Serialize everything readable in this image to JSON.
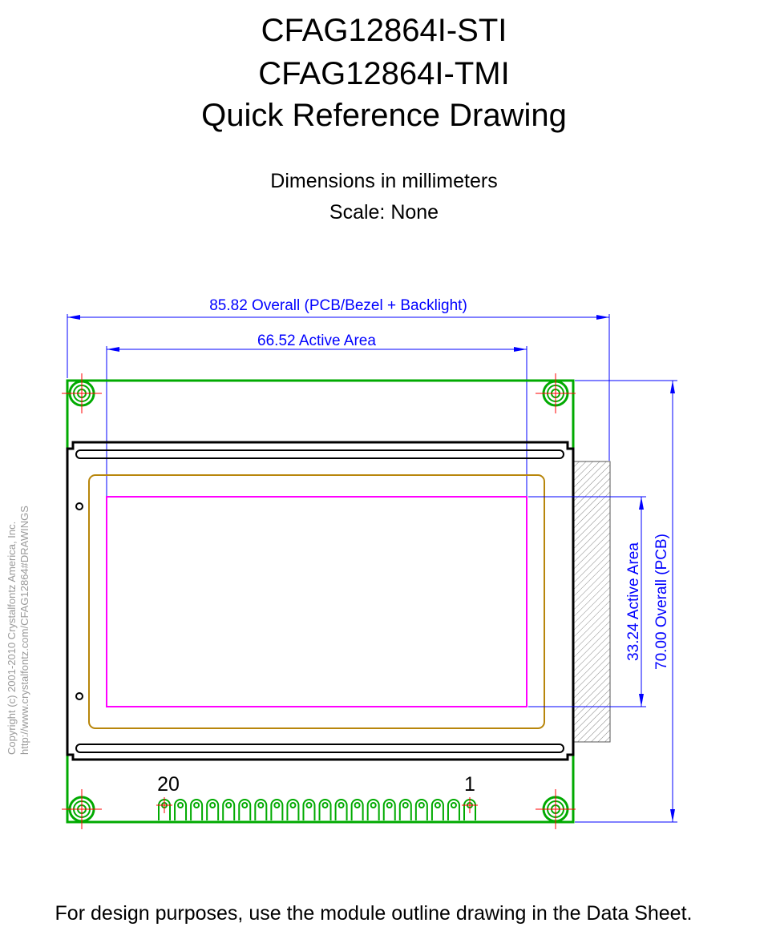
{
  "title": {
    "line1": "CFAG12864I-STI",
    "line2": "CFAG12864I-TMI",
    "line3": "Quick Reference Drawing"
  },
  "subtitle": {
    "units": "Dimensions in millimeters",
    "scale": "Scale: None"
  },
  "copyright": {
    "line1": "Copyright (c) 2001-2010 Crystalfontz America, Inc.",
    "line2": "http://www.crystalfontz.com/CFAG12864#DRAWINGS"
  },
  "dimensions": {
    "overall_width": "85.82 Overall (PCB/Bezel + Backlight)",
    "active_width": "66.52 Active Area",
    "active_height": "33.24 Active Area",
    "overall_height": "70.00 Overall (PCB)"
  },
  "pins": {
    "first": "1",
    "last": "20",
    "count": 20
  },
  "colors": {
    "dimension": "#0000ff",
    "pcb": "#00aa00",
    "active_area": "#ff00ff",
    "viewing_area": "#b8860b",
    "crosshair": "#ff0000"
  },
  "footer": "For design purposes, use the module outline drawing in the Data Sheet."
}
